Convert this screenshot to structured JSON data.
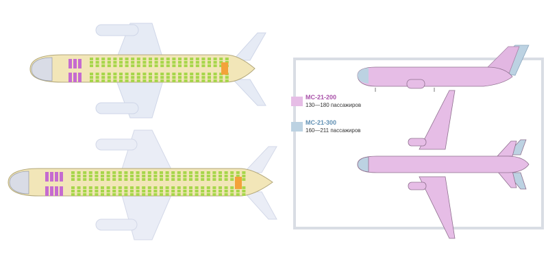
{
  "colors": {
    "mc200": "#e6bde6",
    "mc300": "#bcd2e2",
    "mc200_text": "#a84fa8",
    "mc300_text": "#5f8fb3",
    "seat_economy": "#a7d64b",
    "seat_business": "#c56bd0",
    "cabin_floor": "#f2e8b0",
    "ghost_structure": "#e3e8f4",
    "frame": "#dde1e8"
  },
  "legend": [
    {
      "model": "МС-21-200",
      "capacity": "130—180 пассажиров",
      "color_key": "mc200"
    },
    {
      "model": "МС-21-300",
      "capacity": "160—211 пассажиров",
      "color_key": "mc300"
    }
  ],
  "seatmaps": [
    {
      "variant": "МС-21-200",
      "business_rows": 3,
      "economy_rows": 24
    },
    {
      "variant": "МС-21-300",
      "business_rows": 4,
      "economy_rows": 30
    }
  ]
}
